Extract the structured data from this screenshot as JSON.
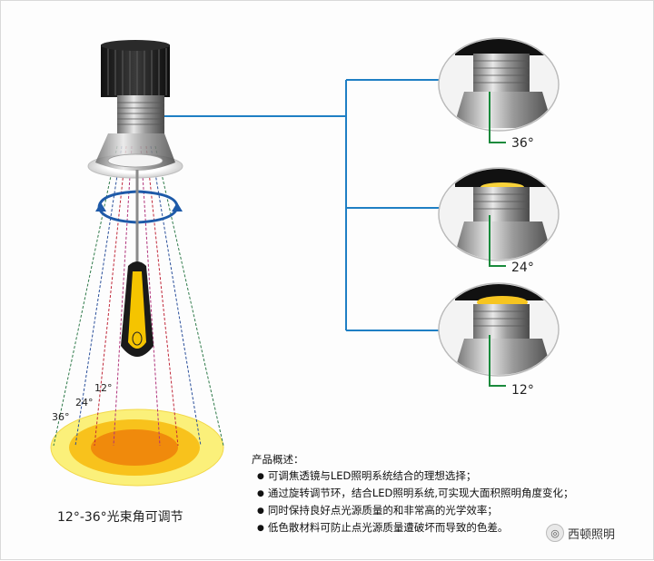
{
  "angle_labels_left": {
    "a12": "12°",
    "a24": "24°",
    "a36": "36°"
  },
  "callouts": [
    {
      "angle": "36°"
    },
    {
      "angle": "24°"
    },
    {
      "angle": "12°"
    }
  ],
  "caption": "12°-36°光束角可调节",
  "description": {
    "title": "产品概述：",
    "items": [
      "可调焦透镜与LED照明系统结合的理想选择；",
      "通过旋转调节环，结合LED照明系统,可实现大面积照明角度变化；",
      "同时保持良好点光源质量的和非常高的光学效率；",
      "低色散材料可防止点光源质量遭破坏而导致的色差。"
    ]
  },
  "brand": {
    "name": "西顿照明"
  },
  "colors": {
    "connector": "#1f7fc4",
    "callout_line": "#1a8a3c",
    "outer_ring": "#fbf07a",
    "middle_ring": "#f8c21c",
    "inner_spot": "#f08a0c",
    "handle_yellow": "#f5c400",
    "blue_arrow": "#1e5aa8"
  }
}
